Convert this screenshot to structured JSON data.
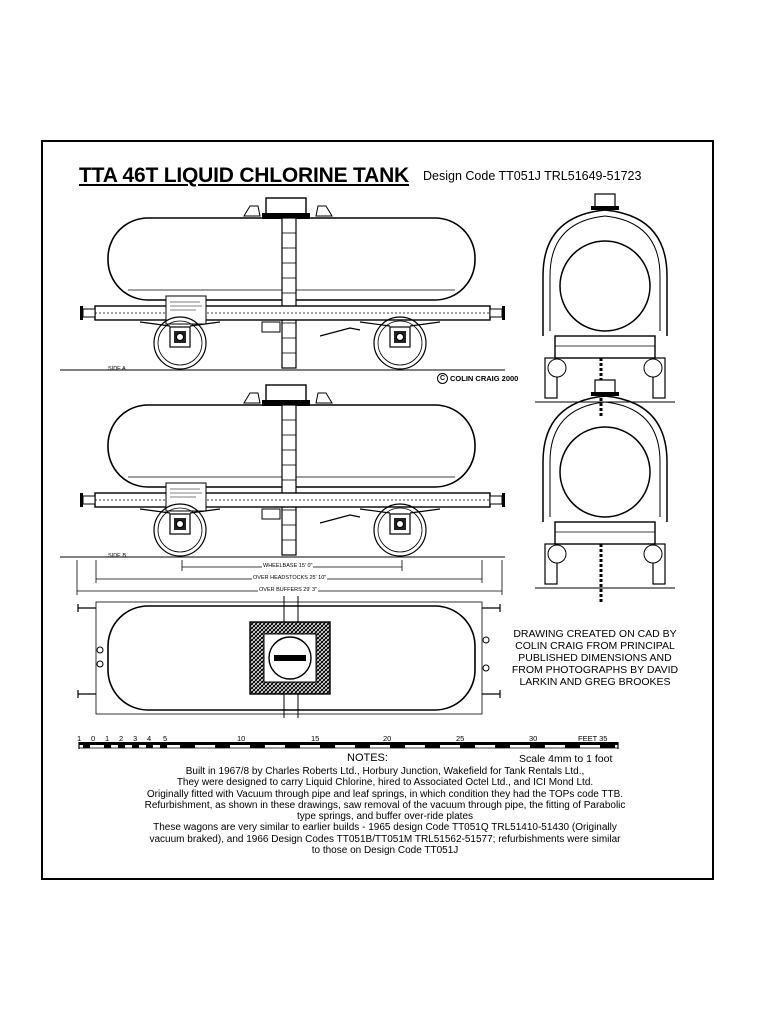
{
  "title": "TTA 46T LIQUID CHLORINE TANK",
  "design_code": "Design Code TT051J   TRL51649-51723",
  "copyright": "COLIN CRAIG 2000",
  "copyright_symbol": "C",
  "views": {
    "side_a": "SIDE A",
    "side_b": "SIDE B"
  },
  "dimensions": {
    "wheelbase": "WHEELBASE 15' 0\"",
    "over_headstocks": "OVER HEADSTOCKS 25' 10\"",
    "over_buffers": "OVER BUFFERS 29' 3\""
  },
  "credit": [
    "DRAWING CREATED ON CAD BY",
    "COLIN CRAIG FROM PRINCIPAL",
    "PUBLISHED DIMENSIONS AND",
    "FROM PHOTOGRAPHS BY DAVID",
    "LARKIN AND GREG BROOKES"
  ],
  "scale_ruler": {
    "labels": [
      "1",
      "0",
      "1",
      "2",
      "3",
      "4",
      "5",
      "10",
      "15",
      "20",
      "25",
      "30",
      "FEET 35"
    ]
  },
  "scale_note": "Scale 4mm to 1 foot",
  "notes_heading": "NOTES:",
  "notes": [
    "Built in 1967/8 by Charles Roberts Ltd., Horbury Junction, Wakefield for Tank Rentals Ltd.,",
    "They were designed to carry Liquid Chlorine, hired to Associated Octel Ltd., and ICI Mond Ltd.",
    "Originally fitted with Vacuum through pipe and leaf springs, in which condition they had the TOPs code TTB.",
    "Refurbishment, as shown in these drawings, saw removal of the vacuum through pipe, the fitting of Parabolic",
    "type springs, and buffer over-ride plates",
    "These wagons are very similar to earlier builds - 1965 design Code TT051Q TRL51410-51430 (Originally",
    "vacuum braked), and 1966 Design Codes TT051B/TT051M TRL51562-51577; refurbishments were similar",
    "to those on Design Code TT051J"
  ]
}
